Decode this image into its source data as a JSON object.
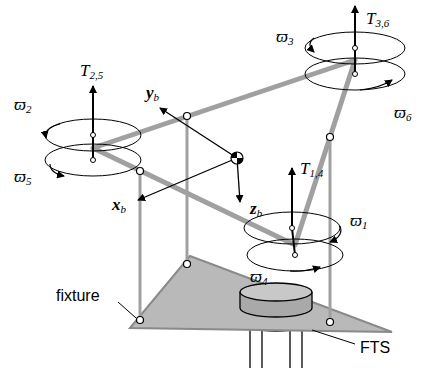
{
  "diagram": {
    "labels": [
      "T2,5",
      "T3,6",
      "T1,4",
      "ϖ2",
      "ϖ5",
      "ϖ3",
      "ϖ6",
      "ϖ1",
      "ϖ4",
      "yb",
      "xb",
      "zb",
      "fixture",
      "FTS"
    ]
  }
}
